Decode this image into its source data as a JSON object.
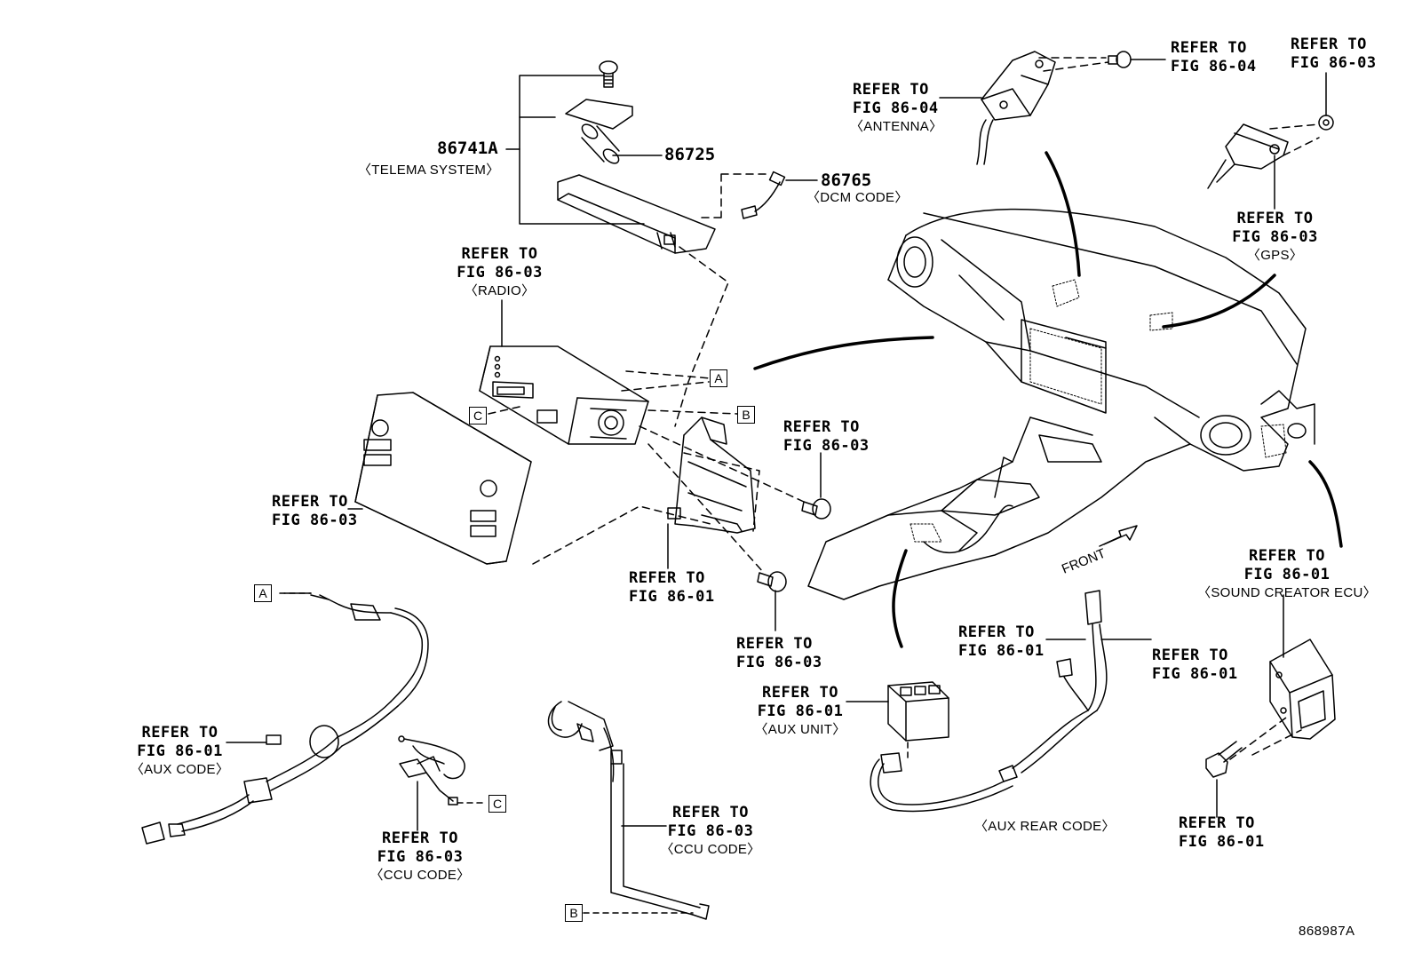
{
  "diagram": {
    "figure_code": "868987A",
    "front_label": "FRONT",
    "parts": {
      "telema_number": "86741A",
      "telema_desc": "〈TELEMA SYSTEM〉",
      "p86725": "86725",
      "p86765": "86765",
      "dcm_desc": "〈DCM CODE〉"
    },
    "refs": {
      "r1_line1": "REFER TO",
      "r1_line2": "FIG 86-03",
      "r1_desc": "〈RADIO〉",
      "r2_line1": "REFER TO",
      "r2_line2": "FIG 86-03",
      "r3_line1": "REFER TO",
      "r3_line2": "FIG 86-01",
      "r4_line1": "REFER TO",
      "r4_line2": "FIG 86-03",
      "r5_line1": "REFER TO",
      "r5_line2": "FIG 86-03",
      "r6_line1": "REFER TO",
      "r6_line2": "FIG 86-04",
      "r6_desc": "〈ANTENNA〉",
      "r7_line1": "REFER TO",
      "r7_line2": "FIG 86-04",
      "r8_line1": "REFER TO",
      "r8_line2": "FIG 86-03",
      "r9_line1": "REFER TO",
      "r9_line2": "FIG 86-03",
      "r9_desc": "〈GPS〉",
      "r10_line1": "REFER TO",
      "r10_line2": "FIG 86-01",
      "r10_desc": "〈SOUND CREATOR ECU〉",
      "r11_line1": "REFER TO",
      "r11_line2": "FIG 86-01",
      "r12_line1": "REFER TO",
      "r12_line2": "FIG 86-01",
      "r13_line1": "REFER TO",
      "r13_line2": "FIG 86-01",
      "r13_desc": "〈AUX UNIT〉",
      "r14_line1": "REFER TO",
      "r14_line2": "FIG 86-01",
      "r14_desc": "〈AUX CODE〉",
      "r15_line1": "REFER TO",
      "r15_line2": "FIG 86-03",
      "r15_desc": "〈CCU CODE〉",
      "r16_line1": "REFER TO",
      "r16_line2": "FIG 86-03",
      "r16_desc": "〈CCU CODE〉",
      "aux_rear_desc": "〈AUX REAR CODE〉"
    },
    "connectors": {
      "a": "A",
      "b": "B",
      "c": "C"
    }
  }
}
